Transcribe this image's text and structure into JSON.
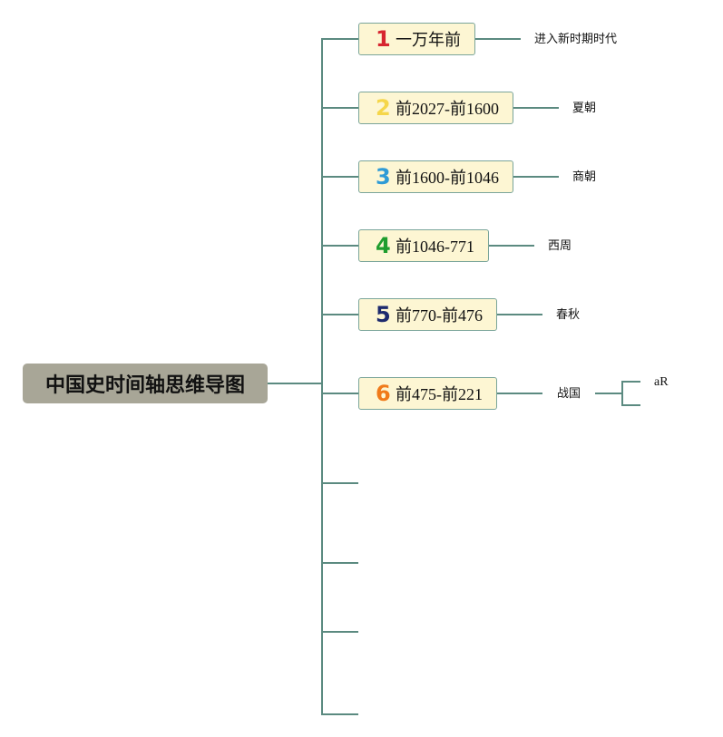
{
  "colors": {
    "line": "#5b8a80",
    "root_bg": "#a8a697",
    "node_bg": "#fdf6d3"
  },
  "root": {
    "label": "中国史时间轴思维导图"
  },
  "nodes": [
    {
      "num": "1",
      "num_color": "#d7252f",
      "label": "一万年前",
      "leaf": "进入新时期时代"
    },
    {
      "num": "2",
      "num_color": "#f5d64a",
      "label": "前2027-前1600",
      "leaf": "夏朝"
    },
    {
      "num": "3",
      "num_color": "#2f9bd6",
      "label": "前1600-前1046",
      "leaf": "商朝"
    },
    {
      "num": "4",
      "num_color": "#1f9d2e",
      "label": "前1046-771",
      "leaf": "西周"
    },
    {
      "num": "5",
      "num_color": "#1d2a6e",
      "label": "前770-前476",
      "leaf": "春秋"
    },
    {
      "num": "6",
      "num_color": "#f07a1a",
      "label": "前475-前221",
      "leaf": "战国",
      "children": [
        "aR"
      ]
    }
  ]
}
